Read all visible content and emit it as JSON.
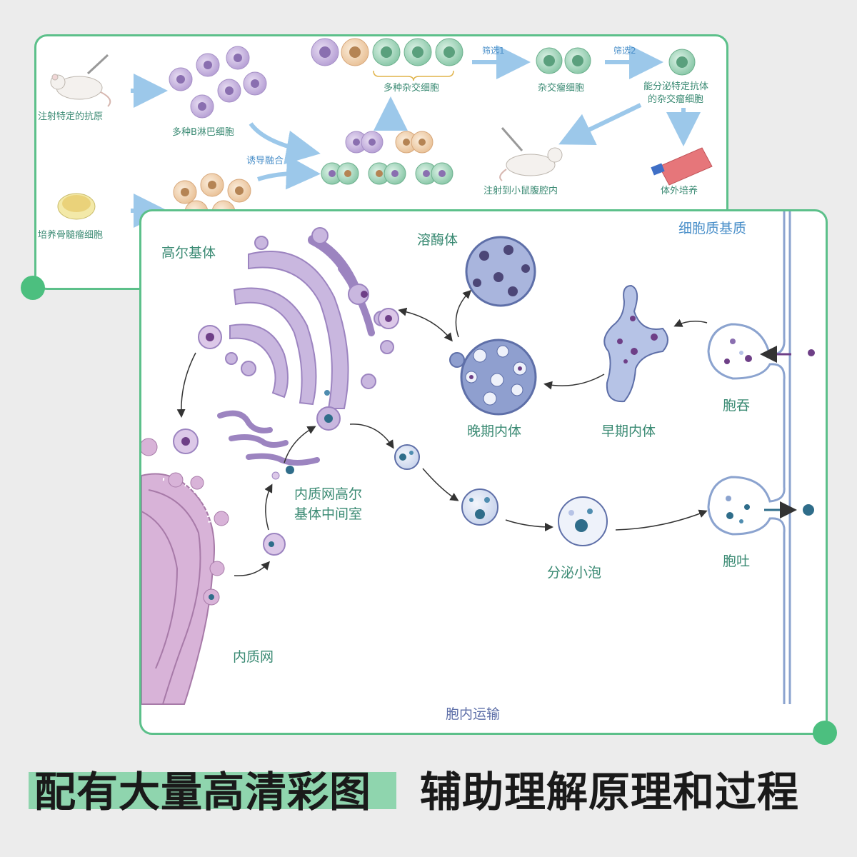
{
  "monoclonal_panel": {
    "labels": {
      "inject_antigen": "注射特定的抗原",
      "b_cells": "多种B淋巴细胞",
      "induce_fusion": "诱导融合",
      "culture_myeloma": "培养骨髓瘤细胞",
      "hybrid_cells": "多种杂交细胞",
      "screen1": "筛选1",
      "hybridoma": "杂交瘤细胞",
      "screen2": "筛选2",
      "antibody_hybridoma_line1": "能分泌特定抗体",
      "antibody_hybridoma_line2": "的杂交瘤细胞",
      "inject_mouse": "注射到小鼠腹腔内",
      "in_vitro": "体外培养"
    }
  },
  "transport_panel": {
    "labels": {
      "golgi": "高尔基体",
      "lysosome": "溶酶体",
      "cytoplasm_matrix": "细胞质基质",
      "late_endosome": "晚期内体",
      "early_endosome": "早期内体",
      "endocytosis": "胞吞",
      "ergic_line1": "内质网高尔",
      "ergic_line2": "基体中间室",
      "exocytosis": "胞吐",
      "secretory_vesicle": "分泌小泡",
      "er": "内质网",
      "title": "胞内运输"
    }
  },
  "caption": {
    "left": "配有大量高清彩图",
    "right": "辅助理解原理和过程"
  },
  "colors": {
    "card_border": "#5cc08a",
    "accent_dot": "#4cbf7f",
    "highlight_bar": "#8fd5ae",
    "golgi_purple": "#c9b7df",
    "er_magenta": "#c89ac9",
    "endosome_blue": "#8f9fcf",
    "label_green": "#3a8a73"
  }
}
